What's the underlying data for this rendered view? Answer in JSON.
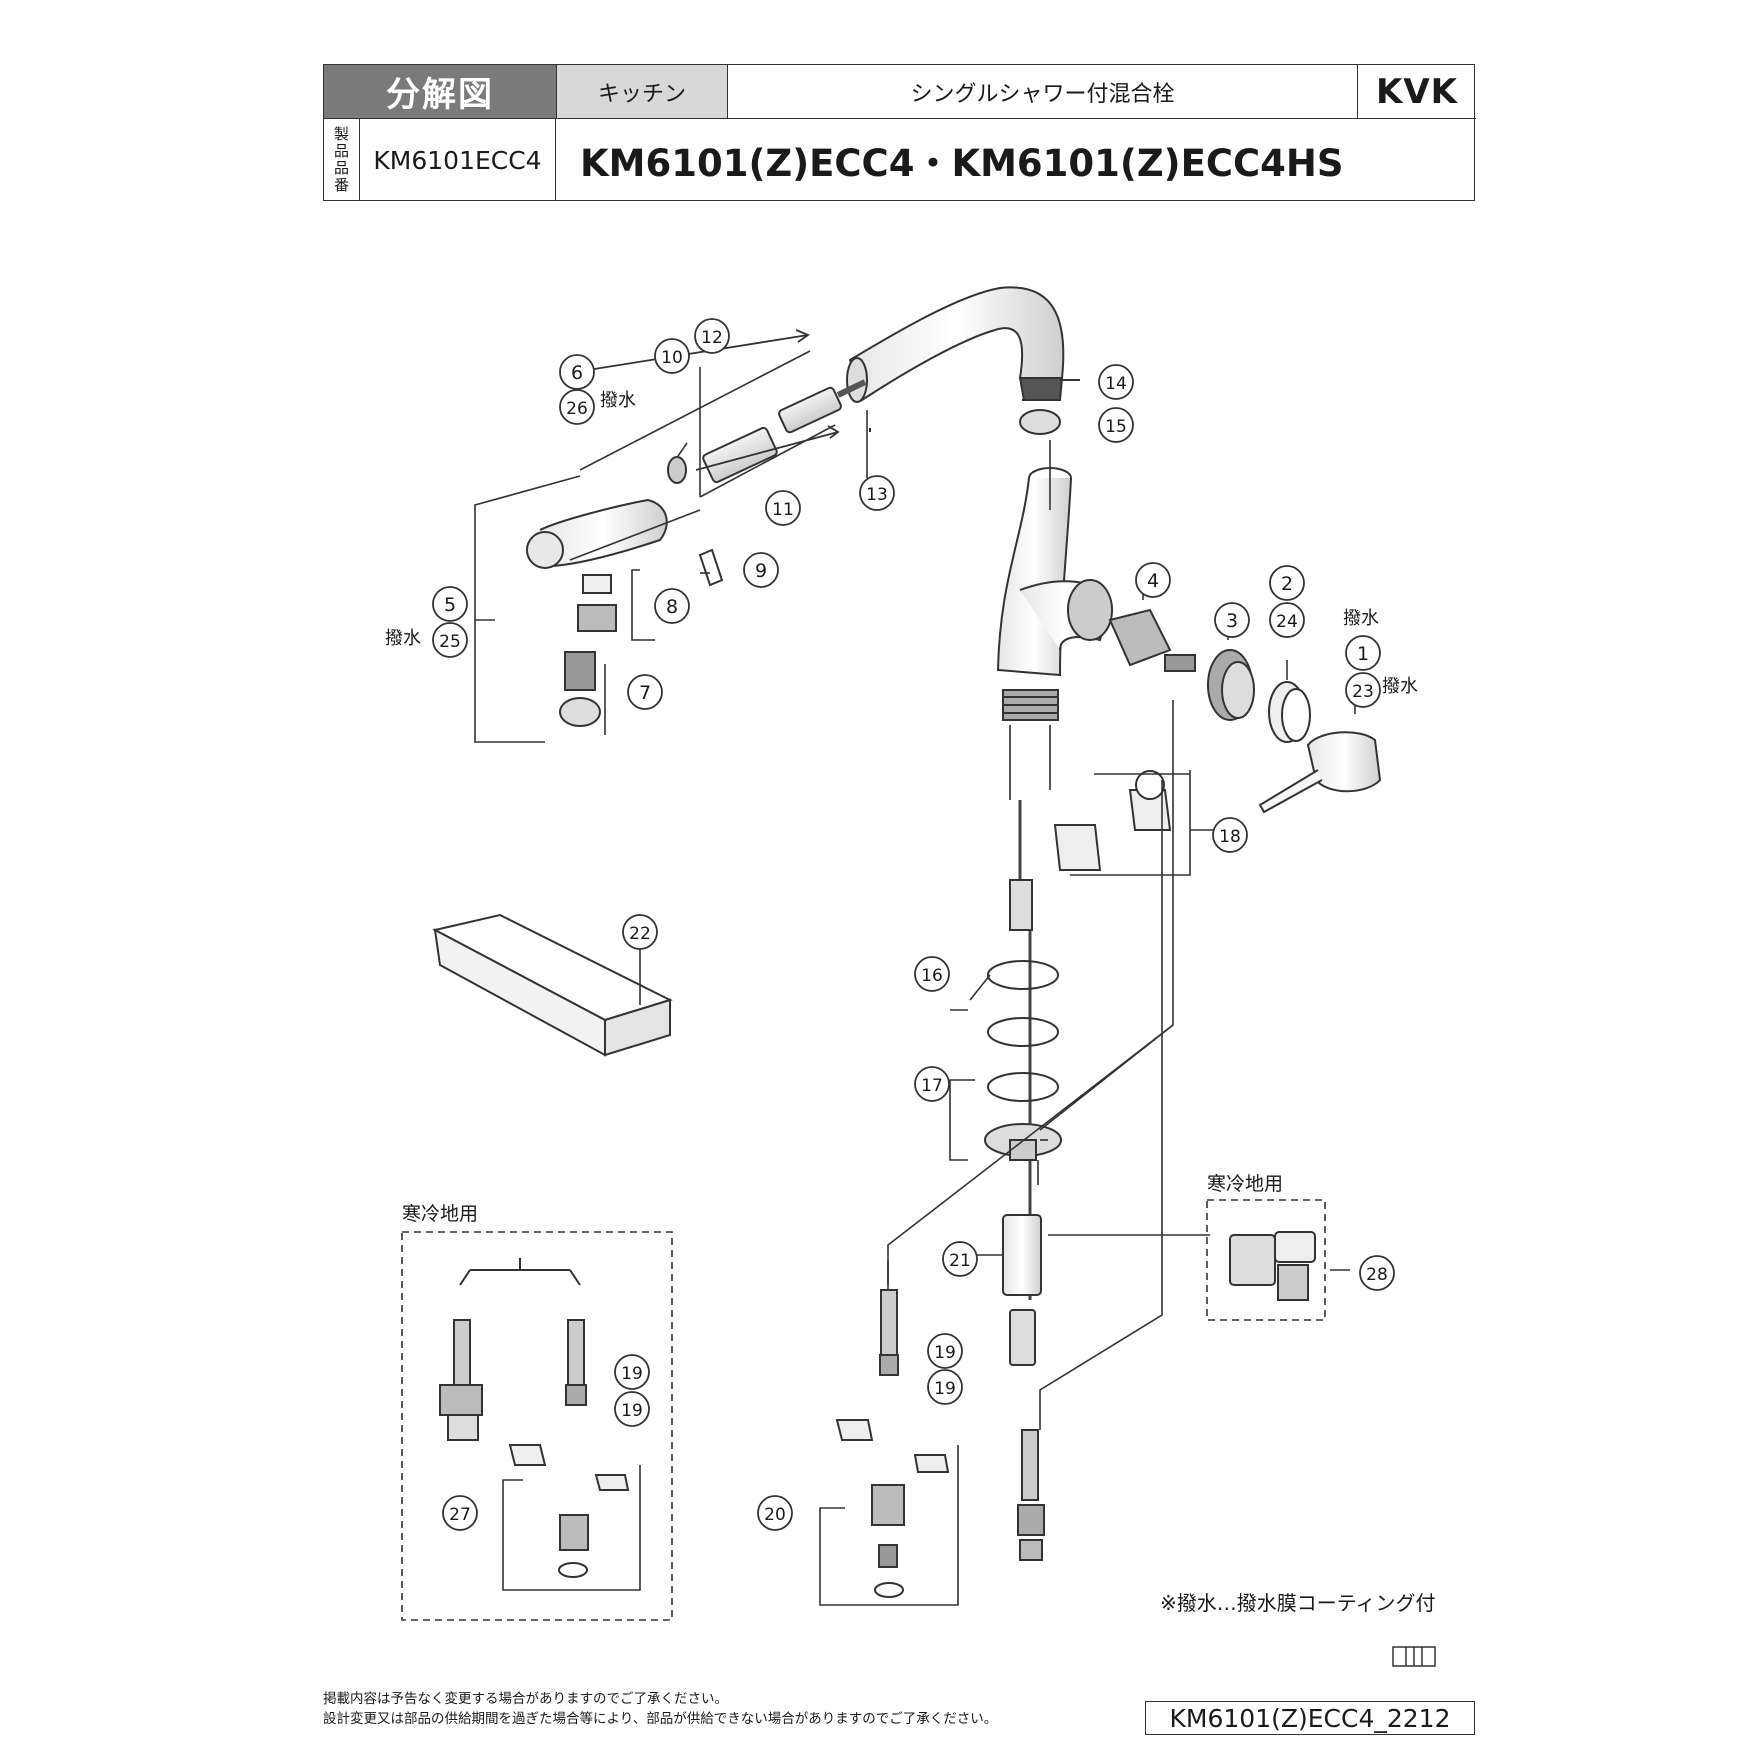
{
  "header": {
    "title": "分解図",
    "category": "キッチン",
    "product_type": "シングルシャワー付混合栓",
    "brand": "KVK",
    "product_number_label": "製品品番",
    "product_code": "KM6101ECC4",
    "models": "KM6101(Z)ECC4・KM6101(Z)ECC4HS"
  },
  "callouts": [
    {
      "id": "c1",
      "num": "1"
    },
    {
      "id": "c2",
      "num": "2"
    },
    {
      "id": "c3",
      "num": "3"
    },
    {
      "id": "c4",
      "num": "4"
    },
    {
      "id": "c5",
      "num": "5"
    },
    {
      "id": "c6",
      "num": "6"
    },
    {
      "id": "c7",
      "num": "7"
    },
    {
      "id": "c8",
      "num": "8"
    },
    {
      "id": "c9",
      "num": "9"
    },
    {
      "id": "c10",
      "num": "10"
    },
    {
      "id": "c11",
      "num": "11"
    },
    {
      "id": "c12",
      "num": "12"
    },
    {
      "id": "c13",
      "num": "13"
    },
    {
      "id": "c14",
      "num": "14"
    },
    {
      "id": "c15",
      "num": "15"
    },
    {
      "id": "c16",
      "num": "16"
    },
    {
      "id": "c17",
      "num": "17"
    },
    {
      "id": "c18",
      "num": "18"
    },
    {
      "id": "c19a",
      "num": "19"
    },
    {
      "id": "c19b",
      "num": "19"
    },
    {
      "id": "c19c",
      "num": "19"
    },
    {
      "id": "c19d",
      "num": "19"
    },
    {
      "id": "c20",
      "num": "20"
    },
    {
      "id": "c21",
      "num": "21"
    },
    {
      "id": "c22",
      "num": "22"
    },
    {
      "id": "c23",
      "num": "23"
    },
    {
      "id": "c24",
      "num": "24"
    },
    {
      "id": "c25",
      "num": "25"
    },
    {
      "id": "c26",
      "num": "26"
    },
    {
      "id": "c27",
      "num": "27"
    },
    {
      "id": "c28",
      "num": "28"
    }
  ],
  "labels": {
    "water_repellent": "撥水",
    "cold_region_left": "寒冷地用",
    "cold_region_right": "寒冷地用"
  },
  "note": "※撥水…撥水膜コーティング付",
  "page_icon": "book-icon",
  "footer": {
    "line1": "掲載内容は予告なく変更する場合がありますのでご了承ください。",
    "line2": "設計変更又は部品の供給期間を過ぎた場合等により、部品が供給できない場合がありますのでご了承ください。",
    "doc_code": "KM6101(Z)ECC4_2212"
  }
}
